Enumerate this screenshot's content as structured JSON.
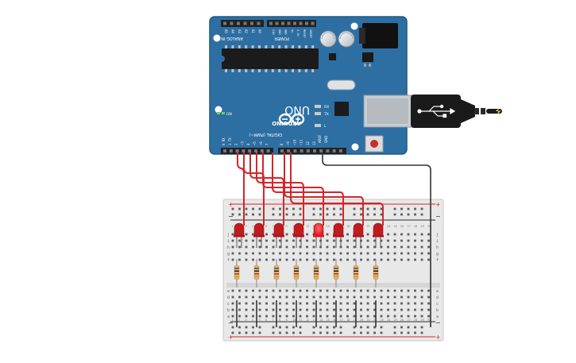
{
  "arduino": {
    "brand": "ARDUINO",
    "model": "UNO",
    "on_label": "ON",
    "tx_label": "TX",
    "rx_label": "RX",
    "l_label": "L",
    "digital_header": "DIGITAL (PWM~)",
    "analog_header": "ANALOG IN",
    "power_header": "POWER",
    "aref_label": "AREF",
    "gnd_label": "GND",
    "analog_pins": [
      "A5",
      "A4",
      "A3",
      "A2",
      "A1",
      "A0"
    ],
    "power_pins": [
      "VIN",
      "GND",
      "GND",
      "5V",
      "3.3V",
      "RESET",
      "IOREF"
    ],
    "digital_pins": [
      "0 RX",
      "1 TX",
      "2",
      "~3",
      "4",
      "~5",
      "~6",
      "7",
      "8",
      "~9",
      "~10",
      "~11",
      "12",
      "13"
    ],
    "colors": {
      "board": "#2d6fa3",
      "board_edge": "#1f5a88",
      "wire": "#d3262b",
      "gnd_wire": "#333333",
      "led": "#d9262b"
    }
  },
  "breadboard": {
    "row_letters_top": [
      "j",
      "i",
      "h",
      "g",
      "f"
    ],
    "row_letters_bottom": [
      "e",
      "d",
      "c",
      "b",
      "a"
    ],
    "column_numbers": [
      "1",
      "2",
      "3",
      "4",
      "5",
      "6",
      "7",
      "8",
      "9",
      "10",
      "11",
      "12",
      "13",
      "14",
      "15",
      "16",
      "17",
      "18",
      "19",
      "20",
      "21",
      "22",
      "23",
      "24",
      "25",
      "26",
      "27",
      "28",
      "29",
      "30"
    ],
    "rail_plus": "+",
    "rail_minus": "−"
  },
  "leds": {
    "count": 8,
    "states": [
      "off",
      "off",
      "off",
      "off",
      "on",
      "off",
      "off",
      "off"
    ]
  },
  "resistors": {
    "count": 8
  },
  "usb": {
    "icon": "usb-symbol-icon"
  }
}
